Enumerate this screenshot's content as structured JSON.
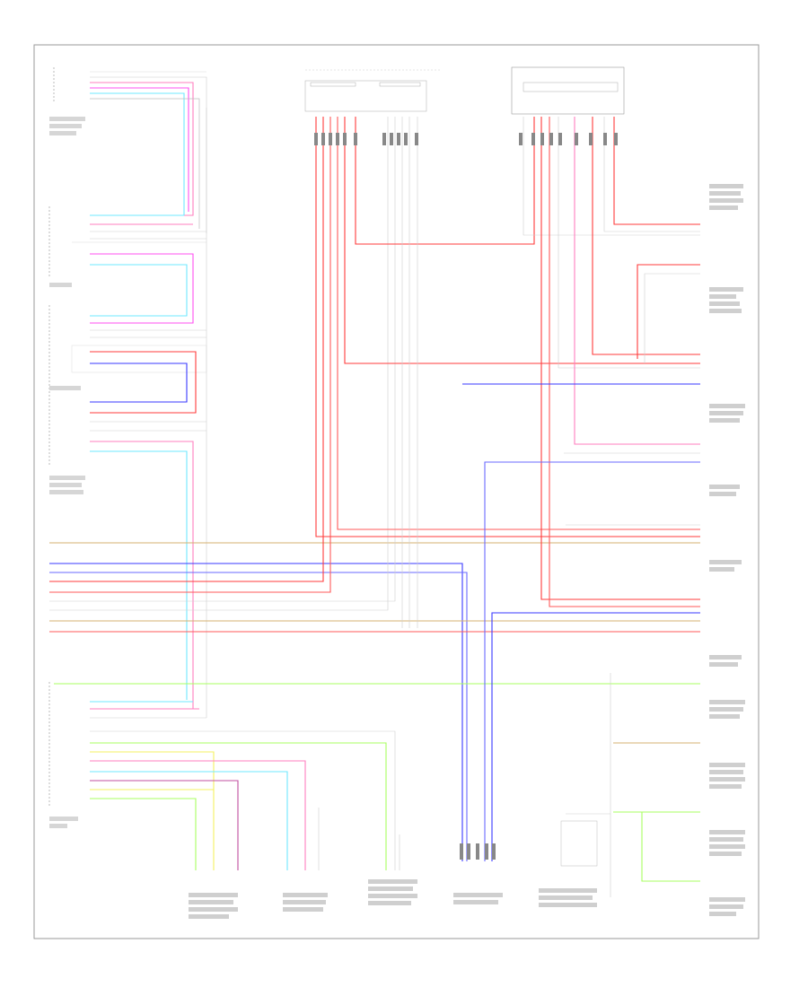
{
  "footer_id": "",
  "colors": {
    "frame": "#9a9a9a",
    "red": "#ff3b3b",
    "pink": "#ff7fbf",
    "magenta": "#ff4ff0",
    "cyan": "#6fe8ff",
    "blue": "#3a3aff",
    "tan": "#d6b070",
    "light_green": "#a8ff60",
    "yellow": "#f4f060",
    "gray": "#bcbcbc",
    "purple": "#c04fa0"
  },
  "components": [
    {
      "id": "left-module-top",
      "label": ""
    },
    {
      "id": "left-module-mid",
      "label": ""
    },
    {
      "id": "left-module-lower",
      "label": ""
    },
    {
      "id": "left-module-bottom",
      "label": ""
    },
    {
      "id": "top-center-connector",
      "label": ""
    },
    {
      "id": "top-right-connector",
      "label": ""
    },
    {
      "id": "right-modules",
      "label": ""
    },
    {
      "id": "bottom-modules",
      "label": ""
    }
  ]
}
